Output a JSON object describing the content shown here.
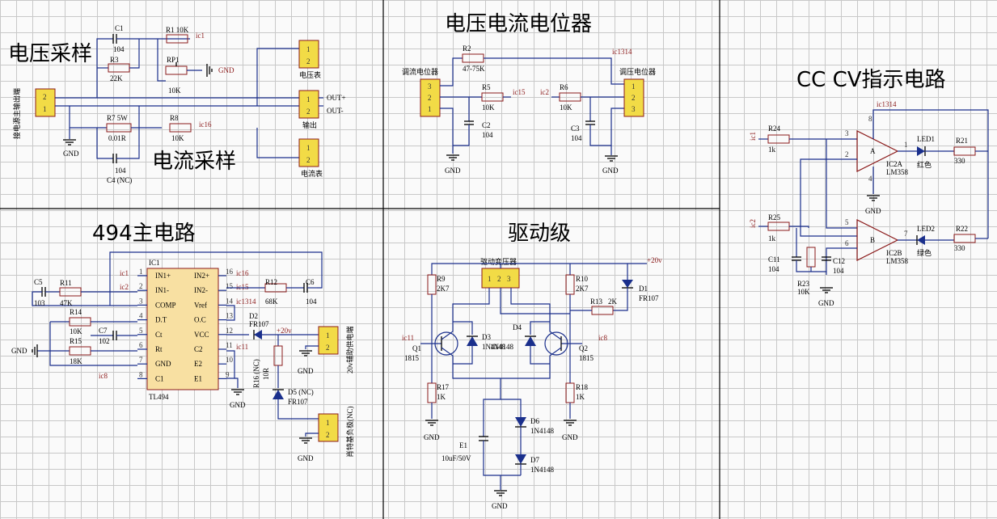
{
  "titles": {
    "voltage_sample": "电压采样",
    "current_sample": "电流采样",
    "pot": "电压电流电位器",
    "cccv": "CC CV指示电路",
    "main494": "494主电路",
    "drive": "驱动级"
  },
  "colors": {
    "wire": "#1a2f8c",
    "part": "#8b1a1a",
    "chip_fill": "#f8e0a2",
    "conn_fill": "#f2db46",
    "panel_border": "#000000"
  },
  "sample": {
    "c1": "C1",
    "c1v": "104",
    "r1": "R1 10K",
    "ic1": "ic1",
    "r3": "R3",
    "r3v": "22K",
    "rp1": "RP1",
    "rp1v": "10K",
    "gnd1": "GND",
    "connIn": "接电源主输出端",
    "connInPins": [
      "2",
      "1"
    ],
    "gnd2": "GND",
    "r7": "R7 5W",
    "r7v": "0.01R",
    "r8": "R8",
    "r8v": "10K",
    "ic16": "ic16",
    "c4": "C4 (NC)",
    "c4v": "104",
    "voltmeter": "电压表",
    "out": "输出",
    "ammeter": "电流表",
    "outp": "OUT+",
    "outn": "OUT-",
    "pins12": [
      "1",
      "2"
    ]
  },
  "pot": {
    "r2": "R2",
    "r2v": "47-75K",
    "ic1314": "ic1314",
    "ccPot": "调流电位器",
    "cvPot": "调压电位器",
    "ccPins": [
      "3",
      "2",
      "1"
    ],
    "cvPins": [
      "1",
      "2",
      "3"
    ],
    "r5": "R5",
    "r5v": "10K",
    "ic15": "ic15",
    "ic2": "ic2",
    "r6": "R6",
    "r6v": "10K",
    "c2": "C2",
    "c2v": "104",
    "c3": "C3",
    "c3v": "104",
    "gnd": "GND"
  },
  "cccv": {
    "ic1": "ic1",
    "r24": "R24",
    "r24v": "1k",
    "ic2": "ic2",
    "r25": "R25",
    "r25v": "1k",
    "ic1314": "ic1314",
    "pin8": "8",
    "pin4": "4",
    "pin3": "3",
    "pin2": "2",
    "pin1": "1",
    "pin5": "5",
    "pin6": "6",
    "pin7": "7",
    "opA": "A",
    "opB": "B",
    "ic2a": "IC2A",
    "ic2b": "IC2B",
    "lm358": "LM358",
    "led1": "LED1",
    "red": "红色",
    "led2": "LED2",
    "green": "绿色",
    "r21": "R21",
    "r21v": "330",
    "r22": "R22",
    "r22v": "330",
    "c11": "C11",
    "c11v": "104",
    "r23": "R23",
    "r23v": "10K",
    "c12": "C12",
    "c12v": "104",
    "gnd": "GND"
  },
  "main494": {
    "ic1": "IC1",
    "chip": "TL494",
    "left": [
      "IN1+",
      "IN1-",
      "COMP",
      "D.T",
      "Ct",
      "Rt",
      "GND",
      "C1"
    ],
    "right": [
      "IN2+",
      "IN2-",
      "Vref",
      "O.C",
      "VCC",
      "C2",
      "E2",
      "E1"
    ],
    "lnum": [
      "1",
      "2",
      "3",
      "4",
      "5",
      "6",
      "7",
      "8"
    ],
    "rnum": [
      "16",
      "15",
      "14",
      "13",
      "12",
      "11",
      "10",
      "9"
    ],
    "ic1n": "ic1",
    "ic2n": "ic2",
    "ic8": "ic8",
    "ic16": "ic16",
    "ic15": "ic15",
    "ic1314": "ic1314",
    "ic11": "ic11",
    "c5": "C5",
    "c5v": "103",
    "r11": "R11",
    "r11v": "47K",
    "r14": "R14",
    "r14v": "10K",
    "c7": "C7",
    "c7v": "102",
    "r15": "R15",
    "r15v": "18K",
    "r12": "R12",
    "r12v": "68K",
    "c6": "C6",
    "c6v": "104",
    "gnd": "GND",
    "d2": "D2",
    "d2v": "FR107",
    "v20": "+20v",
    "r16": "R16 (NC)",
    "r16v": "10R",
    "d5": "D5 (NC)",
    "d5v": "FR107",
    "aux": "20v辅助供电端",
    "schottky": "肖特基负极(NC)",
    "pins12": [
      "1",
      "2"
    ]
  },
  "drive": {
    "xfmr": "驱动变压器",
    "xpins": [
      "1",
      "2",
      "3"
    ],
    "v20": "+20v",
    "r9": "R9",
    "r9v": "2K7",
    "r10": "R10",
    "r10v": "2K7",
    "d1": "D1",
    "d1v": "FR107",
    "r13": "R13",
    "r13v": "2K",
    "ic11": "ic11",
    "q1": "Q1",
    "q1v": "1815",
    "ic8": "ic8",
    "q2": "Q2",
    "q2v": "1815",
    "d3": "D3",
    "d3v": "1N4148",
    "d4": "D4",
    "d4v": "1N4148",
    "r17": "R17",
    "r17v": "1K",
    "r18": "R18",
    "r18v": "1K",
    "e1": "E1",
    "e1v": "10uF/50V",
    "d6": "D6",
    "d6v": "1N4148",
    "d7": "D7",
    "d7v": "1N4148",
    "gnd": "GND"
  }
}
